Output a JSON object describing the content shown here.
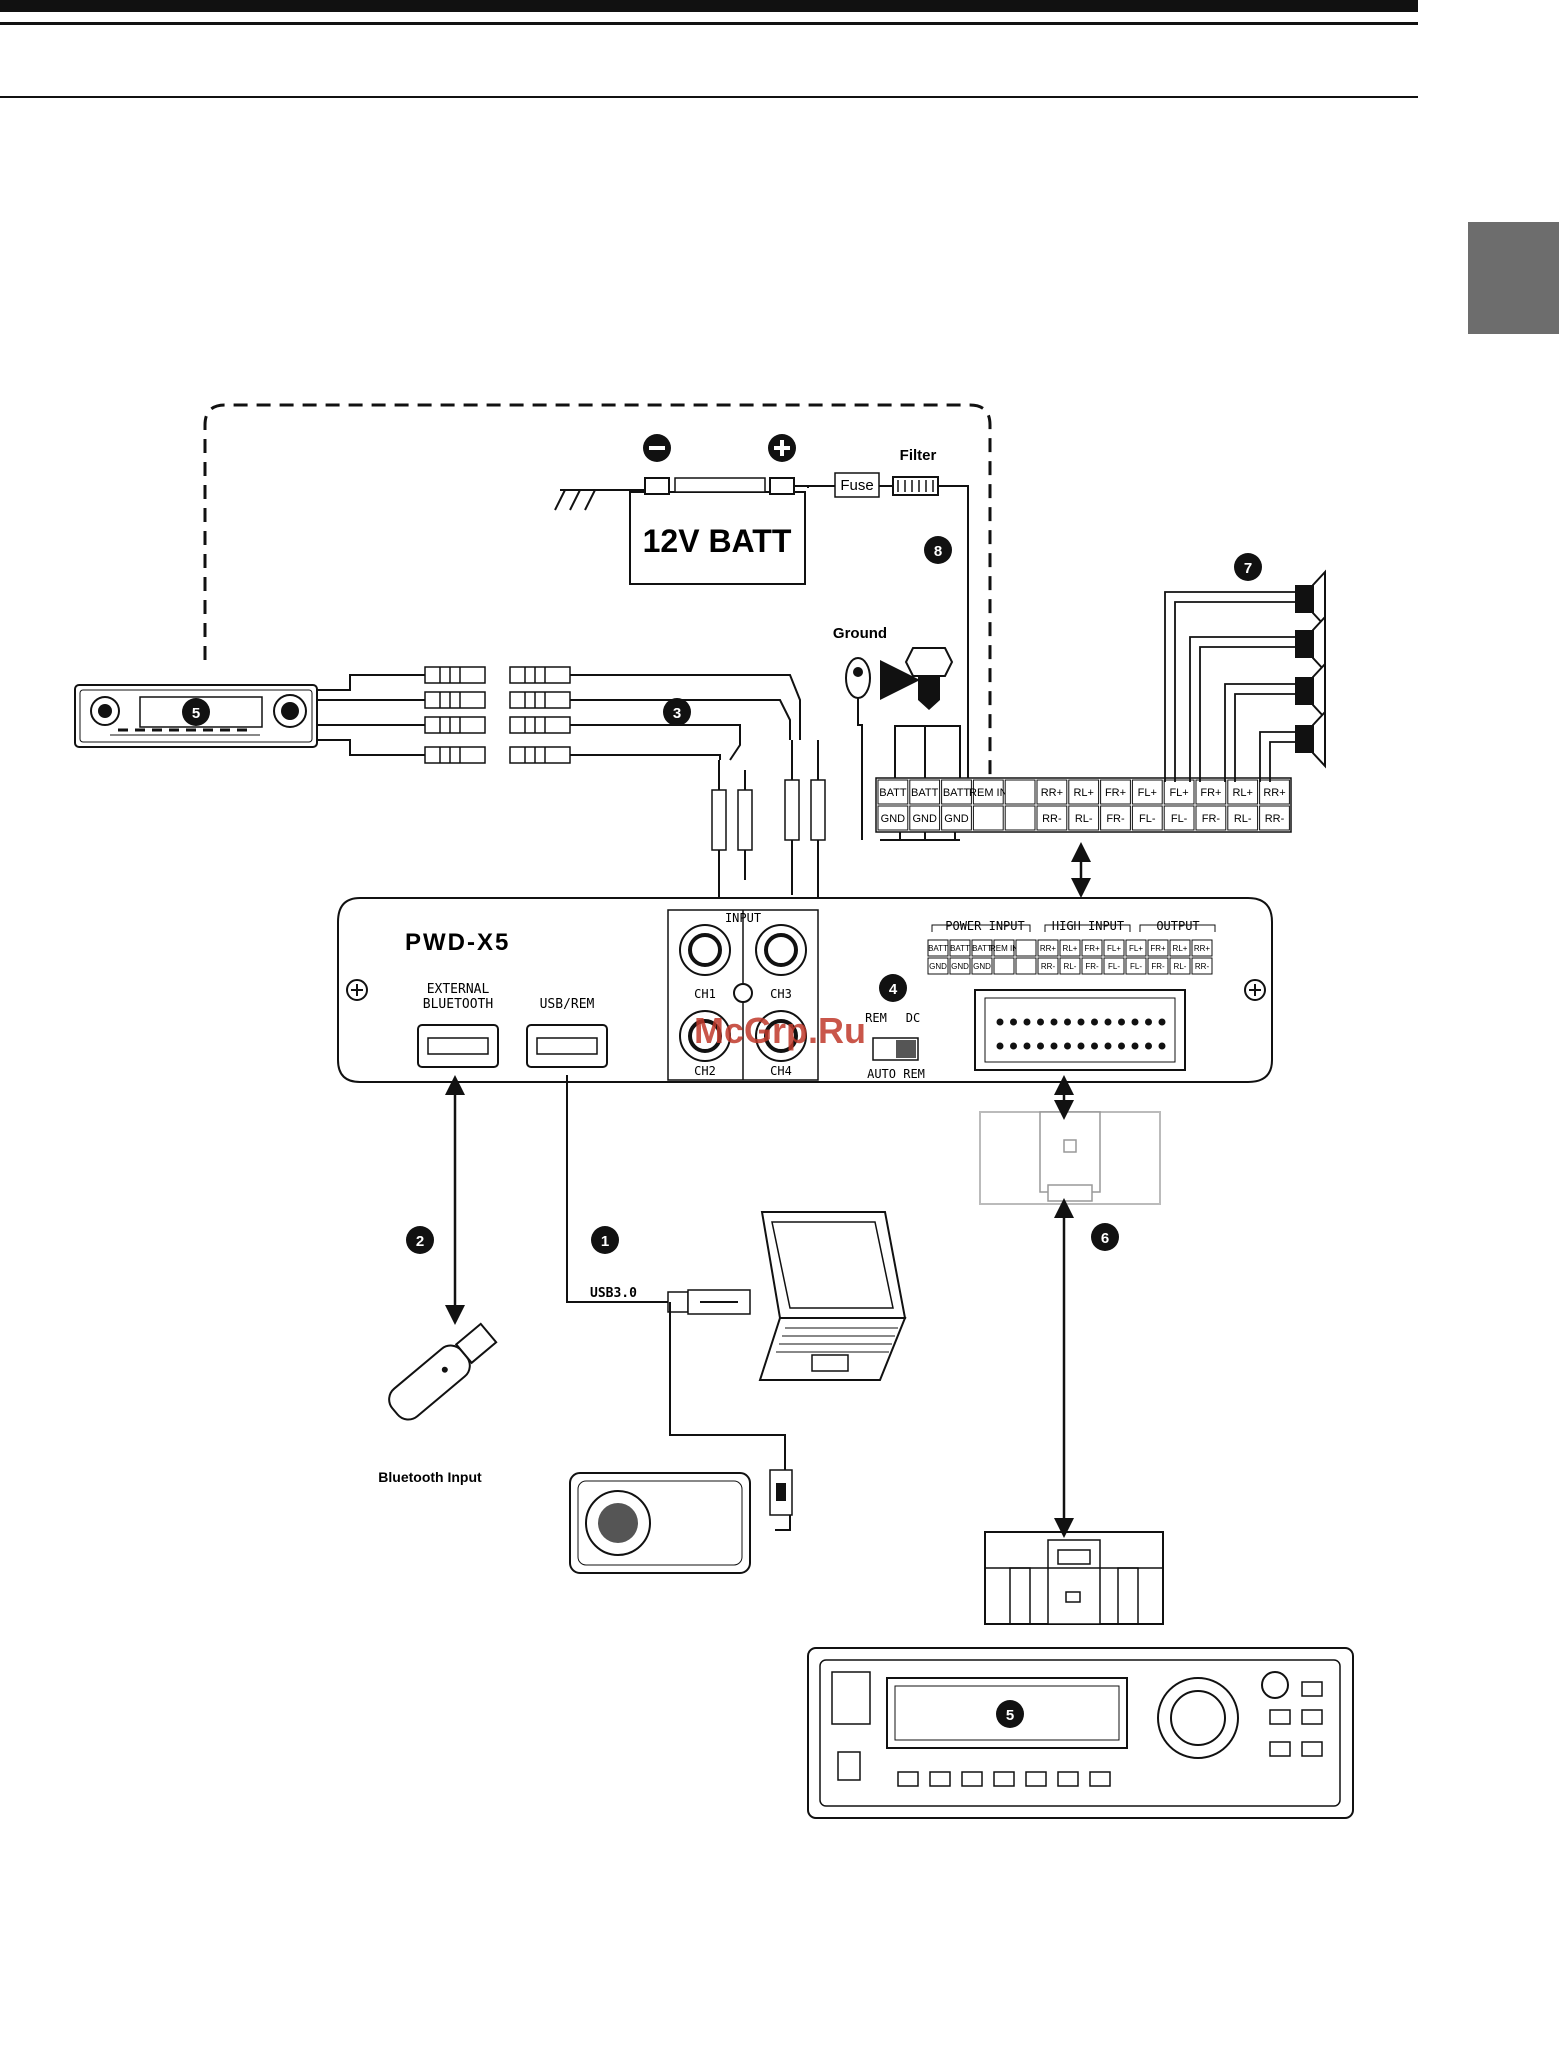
{
  "battery": {
    "label": "12V BATT",
    "fuse": "Fuse",
    "filter": "Filter"
  },
  "ground": {
    "label": "Ground"
  },
  "amp": {
    "model": "PWD-X5",
    "ext_bt": [
      "EXTERNAL",
      "BLUETOOTH"
    ],
    "usb_rem": "USB/REM",
    "input": "INPUT",
    "ch": [
      "CH1",
      "CH2",
      "CH3",
      "CH4"
    ],
    "rem": "REM",
    "dc": "DC",
    "auto_rem": "AUTO REM",
    "groups": [
      "POWER INPUT",
      "HIGH INPUT",
      "OUTPUT"
    ]
  },
  "terminal": {
    "top": [
      "BATT",
      "BATT",
      "BATT",
      "REM IN",
      "",
      "RR+",
      "RL+",
      "FR+",
      "FL+",
      "FL+",
      "FR+",
      "RL+",
      "RR+"
    ],
    "bottom": [
      "GND",
      "GND",
      "GND",
      "",
      "",
      "RR-",
      "RL-",
      "FR-",
      "FL-",
      "FL-",
      "FR-",
      "RL-",
      "RR-"
    ]
  },
  "amp_terminal": {
    "top": [
      "BATT",
      "BATT",
      "BATT",
      "REM IN",
      "",
      "RR+",
      "RL+",
      "FR+",
      "FL+",
      "FL+",
      "FR+",
      "RL+",
      "RR+"
    ],
    "bottom": [
      "GND",
      "GND",
      "GND",
      "",
      "",
      "RR-",
      "RL-",
      "FR-",
      "FL-",
      "FL-",
      "FR-",
      "RL-",
      "RR-"
    ]
  },
  "usb3": "USB3.0",
  "bt_input": "Bluetooth Input",
  "watermark": "McGrp.Ru",
  "callouts": [
    "1",
    "2",
    "3",
    "4",
    "5",
    "5",
    "6",
    "7",
    "8"
  ],
  "colors": {
    "header": "#111111",
    "tab": "#6d6d6d",
    "watermark": "#c0392b"
  }
}
